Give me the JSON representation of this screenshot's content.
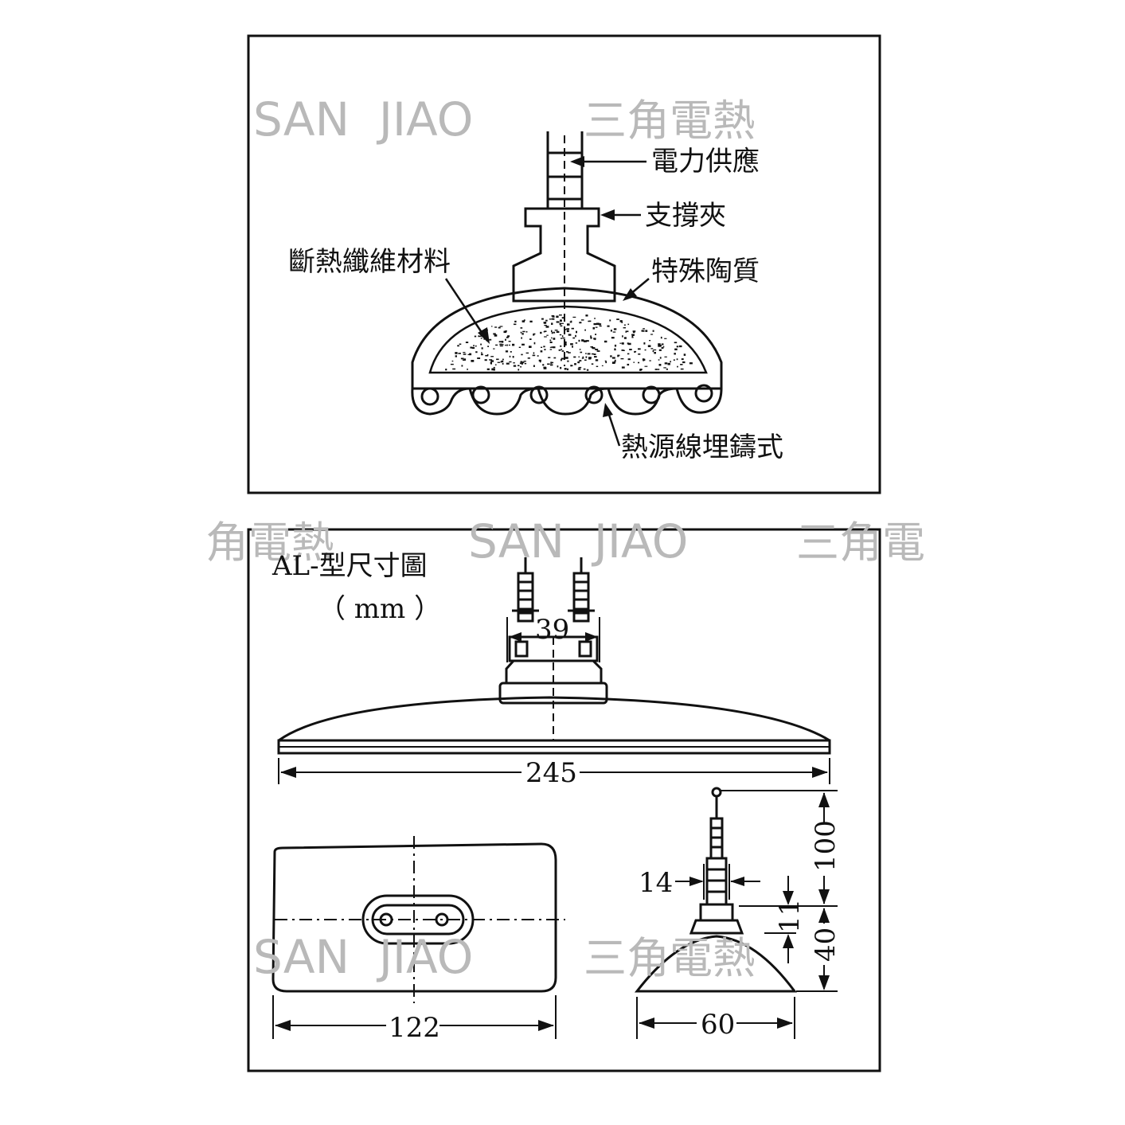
{
  "watermarks": {
    "latin": "SAN  JIAO",
    "chinese": "三角電熱",
    "chinese_partial_left": "角電熱",
    "chinese_partial_right": "三角電"
  },
  "top_panel": {
    "labels": {
      "power_supply": "電力供應",
      "support_clamp": "支撐夾",
      "special_ceramic": "特殊陶質",
      "insulation_fiber": "斷熱纖維材料",
      "embedded_heat_wire": "熱源線埋鑄式"
    }
  },
  "bottom_panel": {
    "title": "AL-型尺寸圖",
    "unit": "（ mm ）",
    "dimensions": {
      "terminal_spacing": "39",
      "overall_length": "245",
      "width": "122",
      "terminal_width": "14",
      "terminal_height": "100",
      "neck_height": "11",
      "body_height": "40",
      "dome_width": "60"
    }
  },
  "colors": {
    "ink": "#111111",
    "watermark": "#b9b9b9"
  }
}
